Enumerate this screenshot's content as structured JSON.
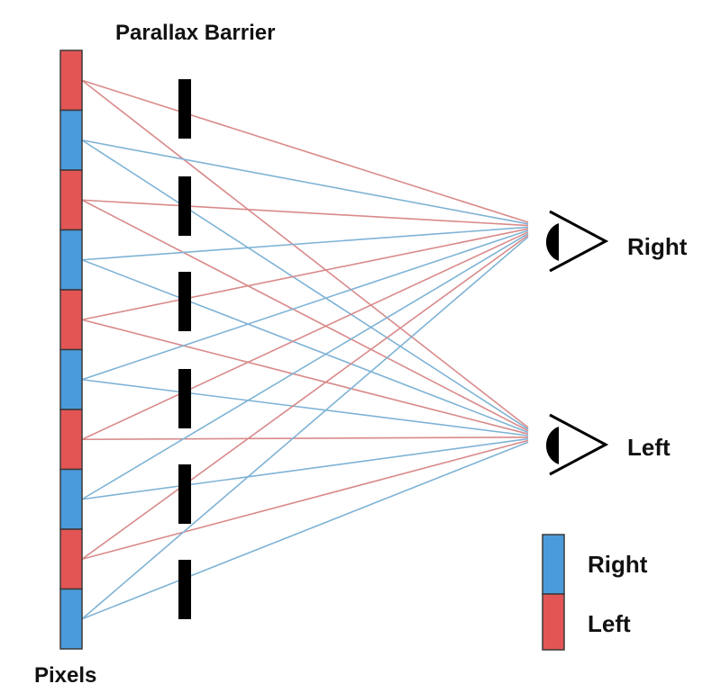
{
  "labels": {
    "barrier": "Parallax Barrier",
    "pixels": "Pixels",
    "eye_right": "Right",
    "eye_left": "Left"
  },
  "legend": [
    {
      "label": "Right",
      "color": "#4a9bdc"
    },
    {
      "label": "Left",
      "color": "#e35555"
    }
  ],
  "pixels": [
    "Left",
    "Right",
    "Left",
    "Right",
    "Left",
    "Right",
    "Left",
    "Right",
    "Left",
    "Right"
  ],
  "colors": {
    "right_pixel": "#4a9bdc",
    "left_pixel": "#e35555",
    "right_ray": "#7fb3d5",
    "left_ray": "#d98a8a",
    "barrier": "#000000"
  },
  "barrier_segments": 6
}
